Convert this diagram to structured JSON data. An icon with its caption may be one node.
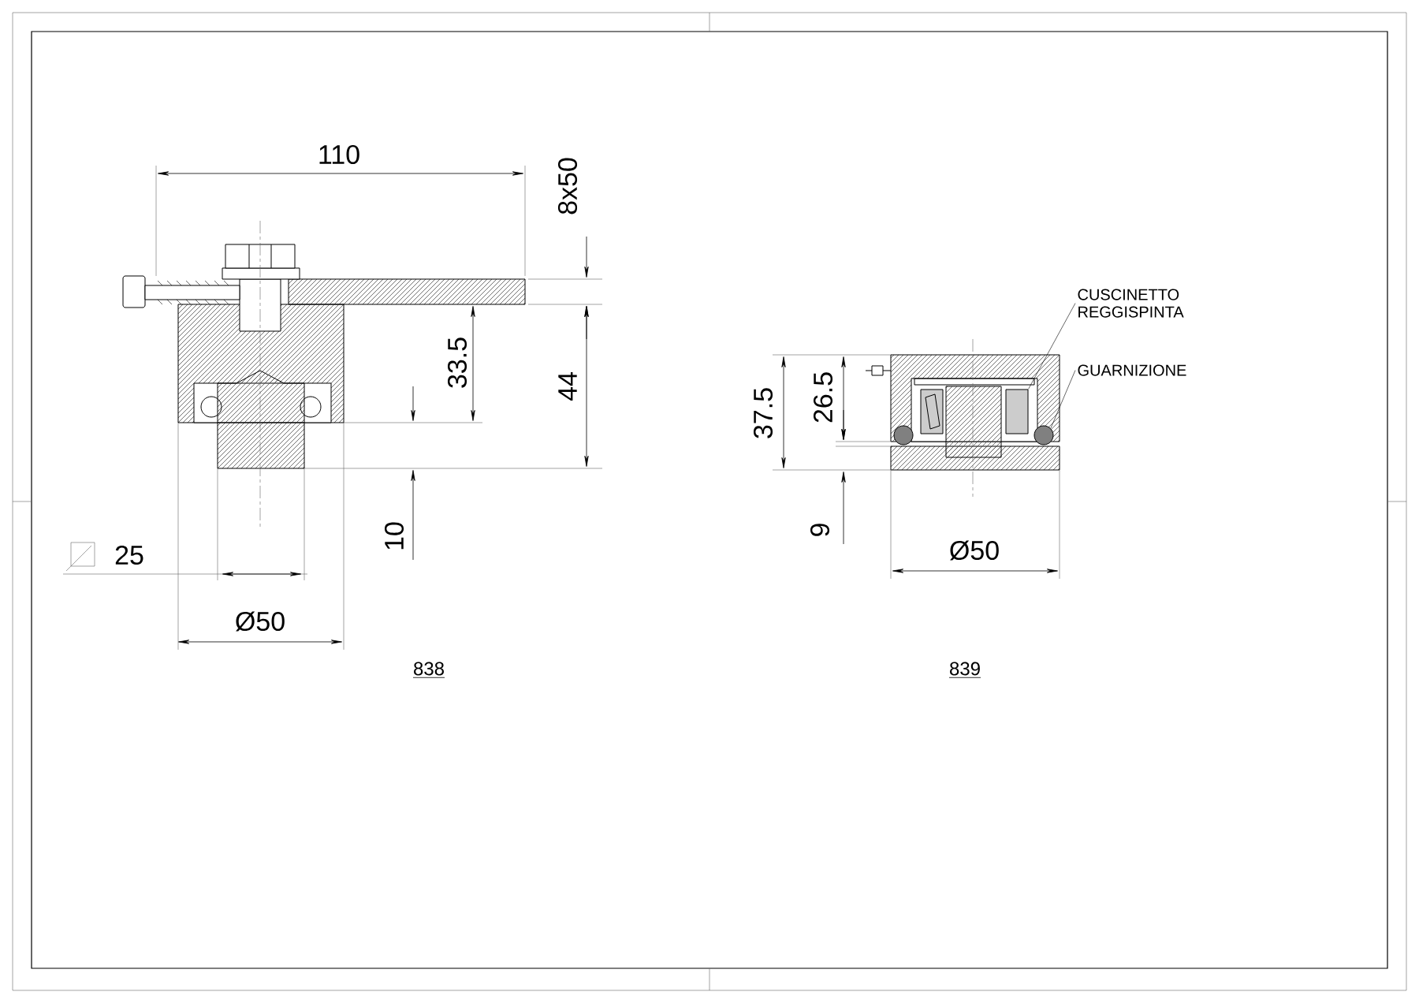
{
  "diagram": {
    "nodes": [
      {
        "text": [
          "CUSCINETTO REGGISPINTA"
        ]
      },
      {
        "text": [],
        "shape": "box"
      },
      {
        "text": [
          "GUARNIZIONE"
        ]
      },
      {
        "text": [],
        "shape": "circle"
      }
    ],
    "edges": [
      {
        "from": 0,
        "to": 1,
        "arrow": "none"
      },
      {
        "from": 2,
        "to": 3,
        "arrow": "none"
      }
    ],
    "labels": [
      "110",
      "8x50",
      "33.5",
      "44",
      "37.5",
      "26.5",
      "10",
      "9",
      "25",
      "Ø50",
      "Ø50",
      "838",
      "839"
    ]
  }
}
